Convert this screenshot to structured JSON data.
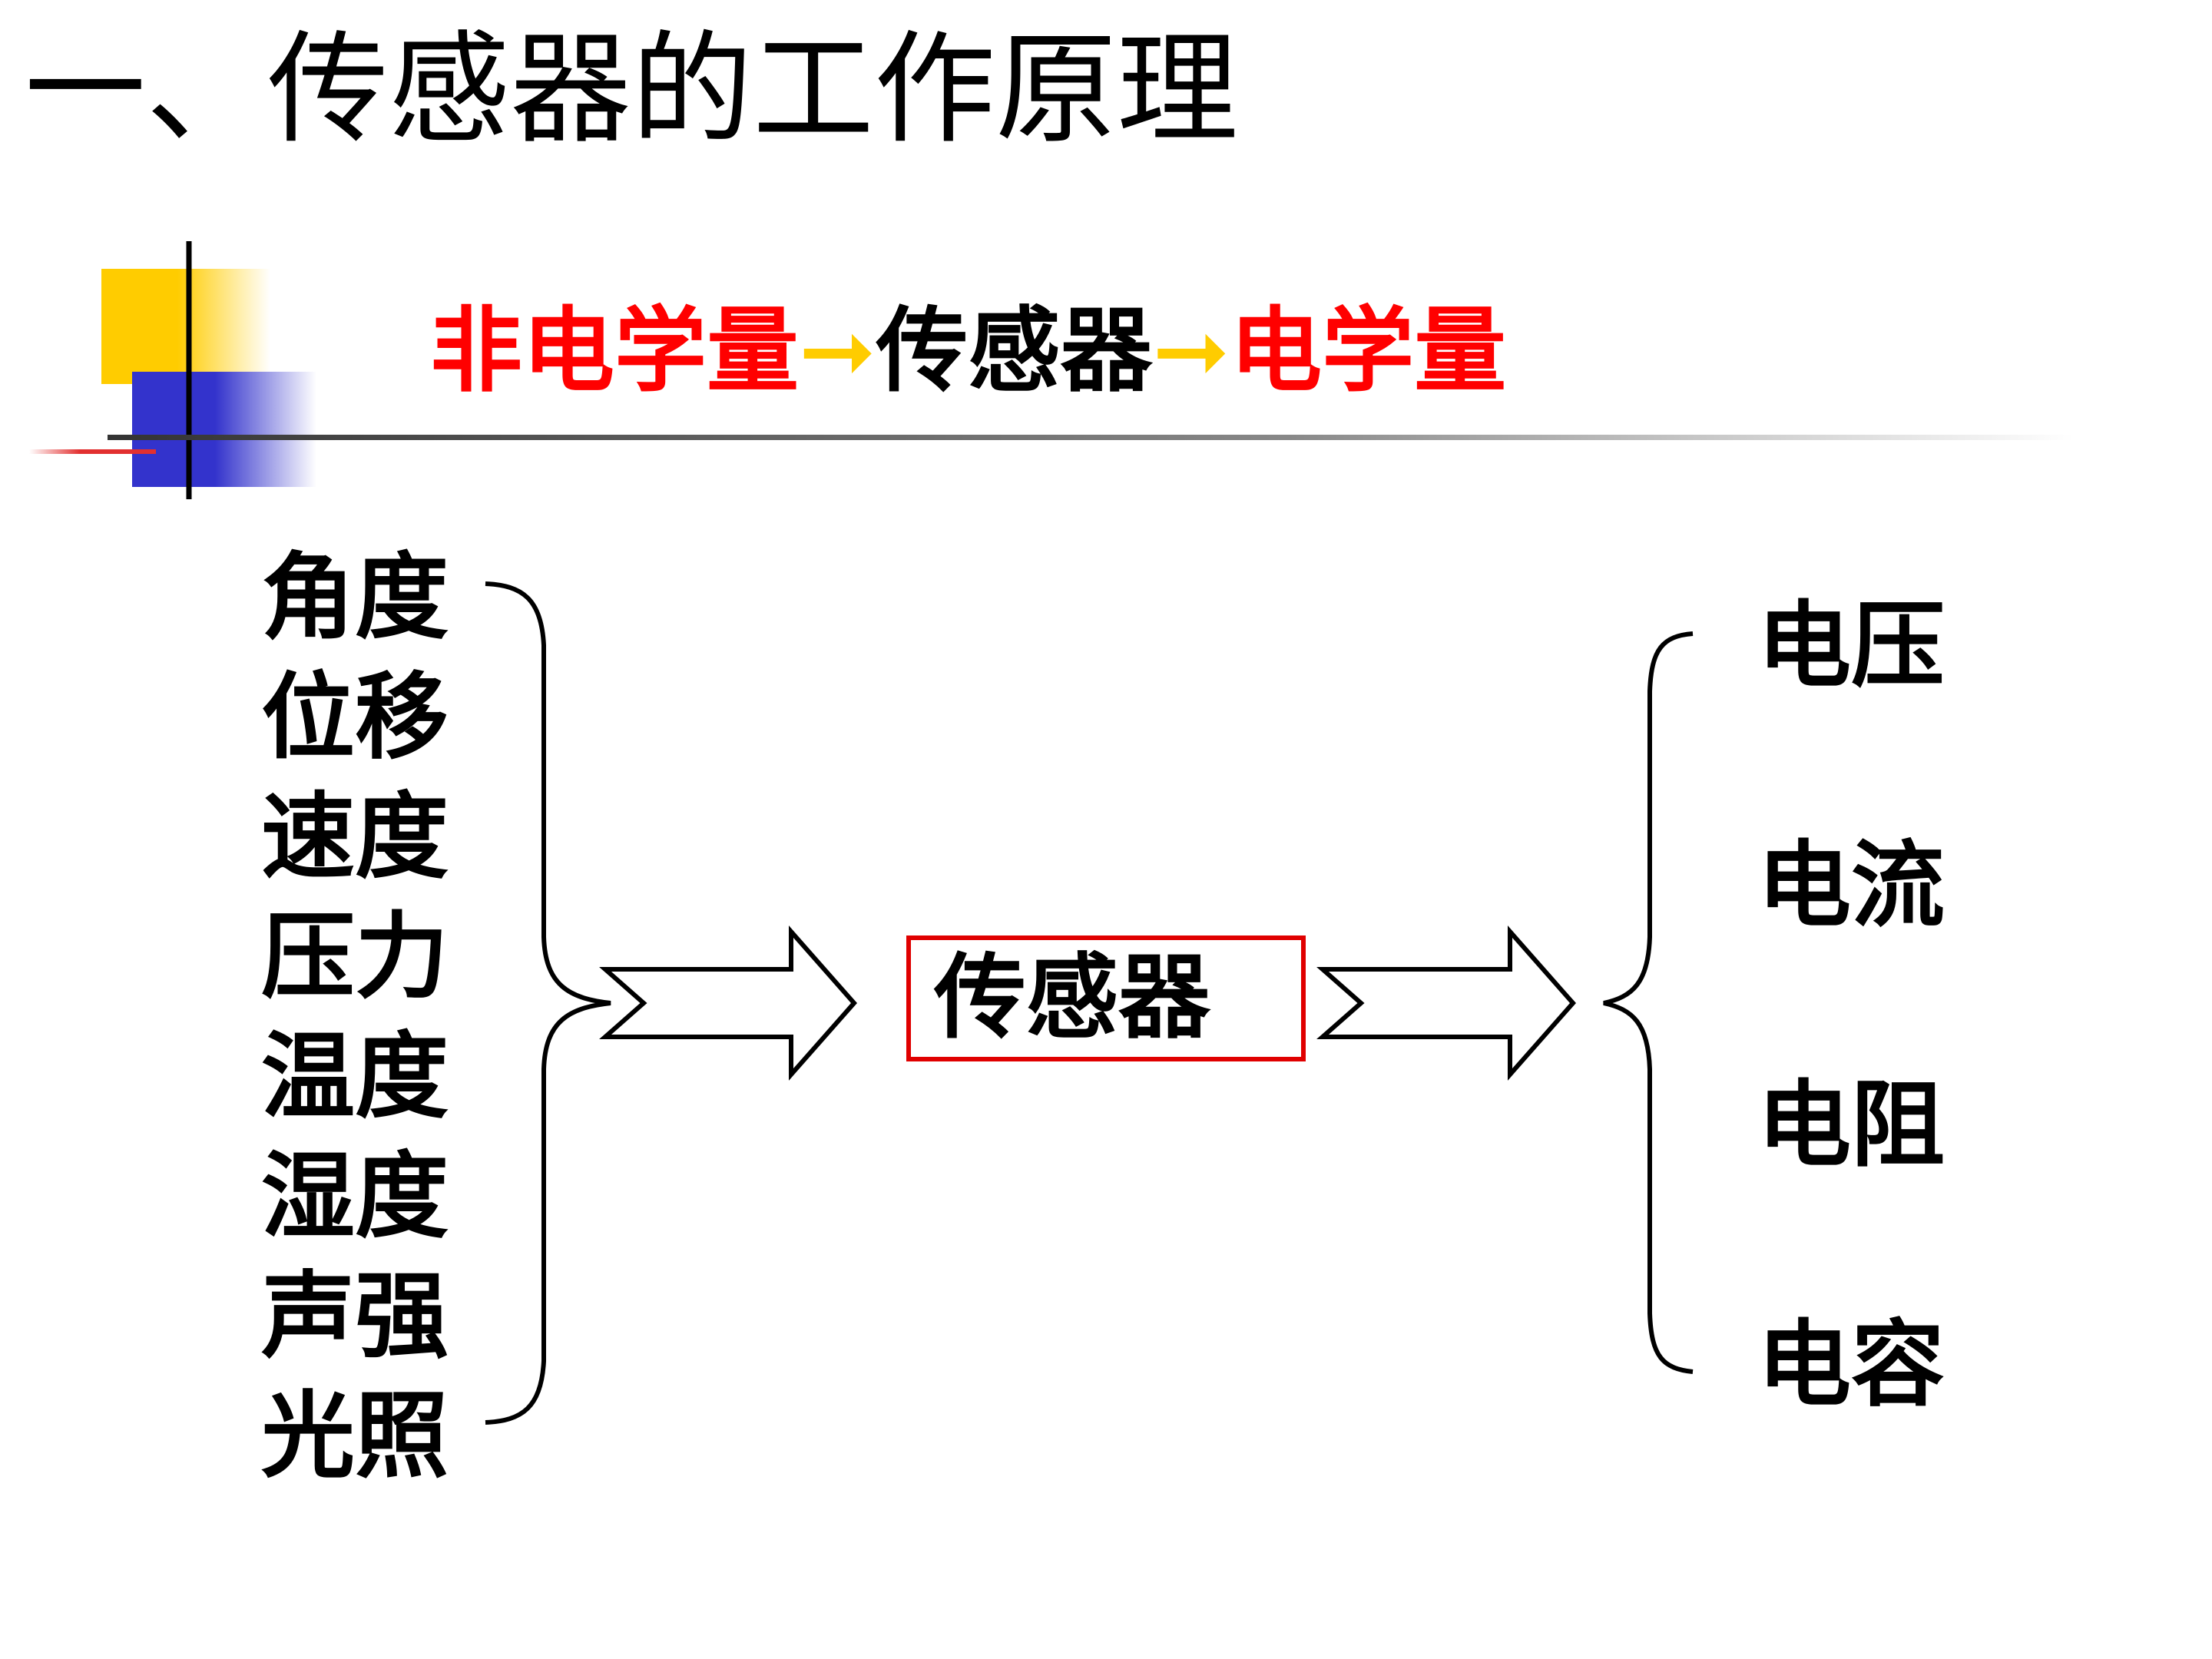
{
  "title": "一、传感器的工作原理",
  "formula": {
    "input": "非电学量",
    "arrow_1": "➞",
    "device": "传感器",
    "arrow_2": "➞",
    "output": "电学量"
  },
  "inputs": [
    "角度",
    "位移",
    "速度",
    "压力",
    "温度",
    "湿度",
    "声强",
    "光照"
  ],
  "sensor_label": "传感器",
  "outputs": [
    "电压",
    "电流",
    "电阻",
    "电容"
  ],
  "colors": {
    "highlight_red": "#ff0000",
    "arrow_yellow": "#ffcc00",
    "deco_yellow": "#ffcc00",
    "deco_blue": "#3333cc"
  }
}
